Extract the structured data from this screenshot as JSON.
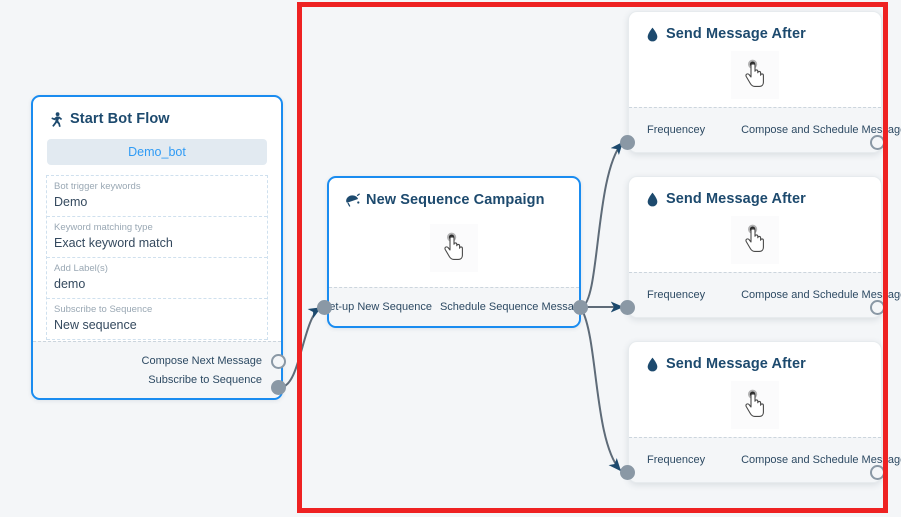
{
  "canvas": {
    "background": "#f4f6f8",
    "highlight_color": "#ee2222",
    "accent_color": "#1a8cf0",
    "title_color": "#1d4a6e",
    "port_color": "#8a98a5",
    "edge_color": "#5e6b78"
  },
  "nodes": {
    "start_bot_flow": {
      "title": "Start Bot Flow",
      "icon": "running-person-icon",
      "bot_pill": "Demo_bot",
      "fields": [
        {
          "label": "Bot trigger keywords",
          "value": "Demo"
        },
        {
          "label": "Keyword matching type",
          "value": "Exact keyword match"
        },
        {
          "label": "Add Label(s)",
          "value": "demo"
        },
        {
          "label": "Subscribe to Sequence",
          "value": "New sequence"
        }
      ],
      "ports": [
        {
          "label": "Compose Next Message",
          "state": "hollow"
        },
        {
          "label": "Subscribe to Sequence",
          "state": "filled"
        }
      ]
    },
    "new_sequence_campaign": {
      "title": "New Sequence Campaign",
      "icon": "megaphone-icon",
      "body_icon": "hand-pointer-icon",
      "ports": [
        {
          "label": "Set-up New Sequence",
          "state": "filled",
          "side": "left"
        },
        {
          "label": "Schedule Sequence Message",
          "state": "filled",
          "side": "right"
        }
      ]
    },
    "send_message_cards": [
      {
        "title": "Send Message After",
        "icon": "water-drop-icon",
        "body_icon": "hand-pointer-icon",
        "in_port_label": "Frequencey",
        "out_port_label": "Compose and Schedule Message"
      },
      {
        "title": "Send Message After",
        "icon": "water-drop-icon",
        "body_icon": "hand-pointer-icon",
        "in_port_label": "Frequencey",
        "out_port_label": "Compose and Schedule Message"
      },
      {
        "title": "Send Message After",
        "icon": "water-drop-icon",
        "body_icon": "hand-pointer-icon",
        "in_port_label": "Frequencey",
        "out_port_label": "Compose and Schedule Message"
      }
    ]
  }
}
